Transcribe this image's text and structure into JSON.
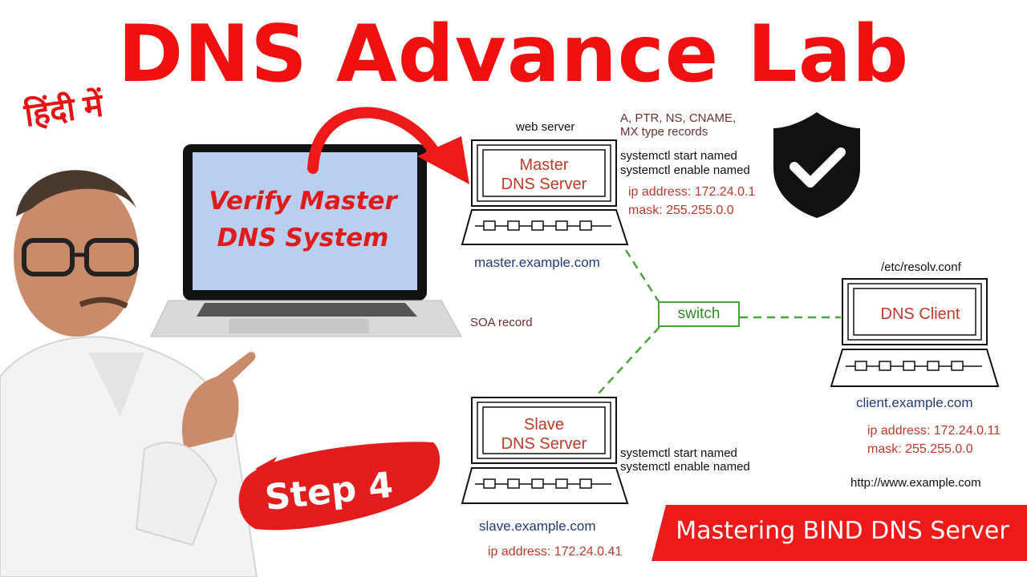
{
  "title": "DNS Advance Lab",
  "subtitle_hindi": "हिंदी में",
  "laptop": {
    "line1": "Verify Master",
    "line2": "DNS System"
  },
  "step": "Step 4",
  "banner": "Mastering BIND DNS Server",
  "master": {
    "top_label": "web server",
    "records": [
      "A, PTR, NS, CNAME,",
      "MX type records"
    ],
    "name_lines": [
      "Master",
      "DNS Server"
    ],
    "commands": [
      "systemctl start named",
      "systemctl enable named"
    ],
    "ip": "ip address: 172.24.0.1",
    "mask": "mask: 255.255.0.0",
    "hostname": "master.example.com"
  },
  "soa": "SOA record",
  "switch": "switch",
  "slave": {
    "name_lines": [
      "Slave",
      "DNS Server"
    ],
    "commands": [
      "systemctl start named",
      "systemctl enable named"
    ],
    "hostname": "slave.example.com",
    "ip": "ip address: 172.24.0.41"
  },
  "client": {
    "top_label": "/etc/resolv.conf",
    "name": "DNS Client",
    "hostname": "client.example.com",
    "ip": "ip address: 172.24.0.11",
    "mask": "mask: 255.255.0.0",
    "url": "http://www.example.com"
  },
  "colors": {
    "accent_red": "#f01010",
    "link_green": "#4aa43a",
    "host_blue": "#233a7a"
  }
}
